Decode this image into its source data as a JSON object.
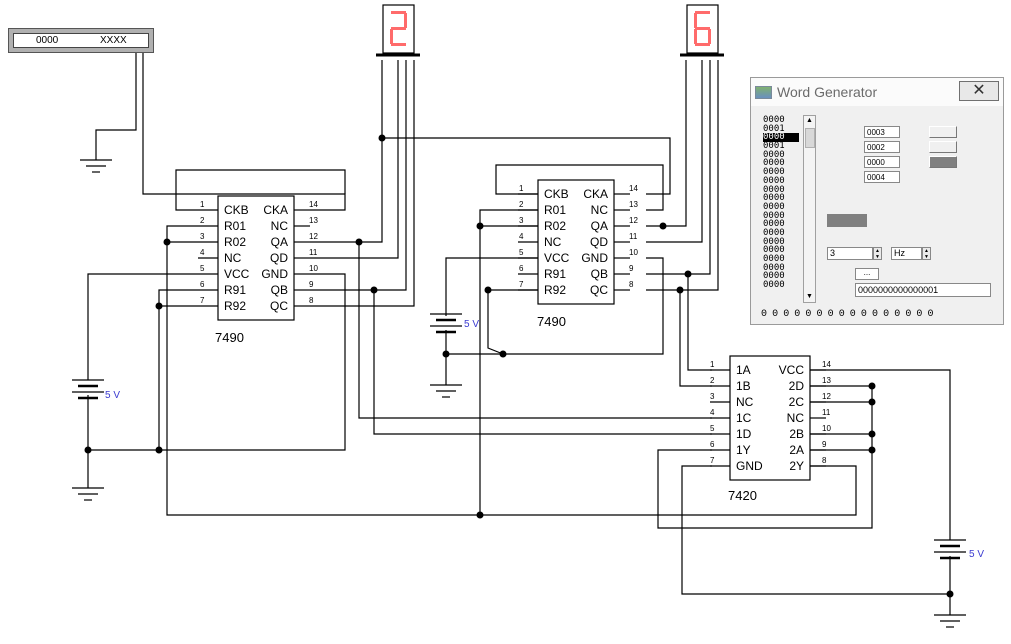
{
  "chips": {
    "counter1": {
      "name": "7490",
      "left_pins": [
        [
          "1",
          "CKB"
        ],
        [
          "2",
          "R01"
        ],
        [
          "3",
          "R02"
        ],
        [
          "4",
          "NC"
        ],
        [
          "5",
          "VCC"
        ],
        [
          "6",
          "R91"
        ],
        [
          "7",
          "R92"
        ]
      ],
      "right_pins": [
        [
          "14",
          "CKA"
        ],
        [
          "13",
          "NC"
        ],
        [
          "12",
          "QA"
        ],
        [
          "11",
          "QD"
        ],
        [
          "10",
          "GND"
        ],
        [
          "9",
          "QB"
        ],
        [
          "8",
          "QC"
        ]
      ]
    },
    "counter2": {
      "name": "7490",
      "left_pins": [
        [
          "1",
          "CKB"
        ],
        [
          "2",
          "R01"
        ],
        [
          "3",
          "R02"
        ],
        [
          "4",
          "NC"
        ],
        [
          "5",
          "VCC"
        ],
        [
          "6",
          "R91"
        ],
        [
          "7",
          "R92"
        ]
      ],
      "right_pins": [
        [
          "14",
          "CKA"
        ],
        [
          "13",
          "NC"
        ],
        [
          "12",
          "QA"
        ],
        [
          "11",
          "QD"
        ],
        [
          "10",
          "GND"
        ],
        [
          "9",
          "QB"
        ],
        [
          "8",
          "QC"
        ]
      ]
    },
    "nand": {
      "name": "7420",
      "left_pins": [
        [
          "1",
          "1A"
        ],
        [
          "2",
          "1B"
        ],
        [
          "3",
          "NC"
        ],
        [
          "4",
          "1C"
        ],
        [
          "5",
          "1D"
        ],
        [
          "6",
          "1Y"
        ],
        [
          "7",
          "GND"
        ]
      ],
      "right_pins": [
        [
          "14",
          "VCC"
        ],
        [
          "13",
          "2D"
        ],
        [
          "12",
          "2C"
        ],
        [
          "11",
          "NC"
        ],
        [
          "10",
          "2B"
        ],
        [
          "9",
          "2A"
        ],
        [
          "8",
          "2Y"
        ]
      ]
    }
  },
  "displays": {
    "left_digit": "2",
    "right_digit": "6"
  },
  "batteries": {
    "b1": "5 V",
    "b2": "5 V",
    "b3": "5 V"
  },
  "meter": {
    "left": "0000",
    "right": "XXXX"
  },
  "word_generator": {
    "title": "Word Generator",
    "words": [
      "0000",
      "0001",
      "0000",
      "0001",
      "0000",
      "0000",
      "0000",
      "0000",
      "0000",
      "0000",
      "0000",
      "0000",
      "0000",
      "0000",
      "0000",
      "0000",
      "0000",
      "0000",
      "0000",
      "0000"
    ],
    "selected_index": 2,
    "registers": [
      "0003",
      "0002",
      "0000",
      "0004"
    ],
    "frequency": "3",
    "unit": "Hz",
    "dots": "...",
    "value": "0000000000000001",
    "bits": "0000000000000000"
  }
}
